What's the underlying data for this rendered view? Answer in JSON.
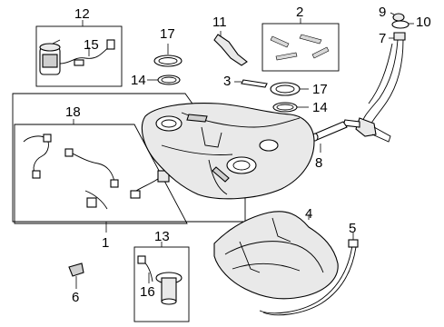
{
  "callouts": {
    "c1": "1",
    "c2": "2",
    "c3": "3",
    "c4": "4",
    "c5": "5",
    "c6": "6",
    "c7": "7",
    "c8": "8",
    "c9": "9",
    "c10": "10",
    "c11": "11",
    "c12": "12",
    "c13": "13",
    "c14a": "14",
    "c14b": "14",
    "c15": "15",
    "c16": "16",
    "c17a": "17",
    "c17b": "17",
    "c18": "18"
  }
}
